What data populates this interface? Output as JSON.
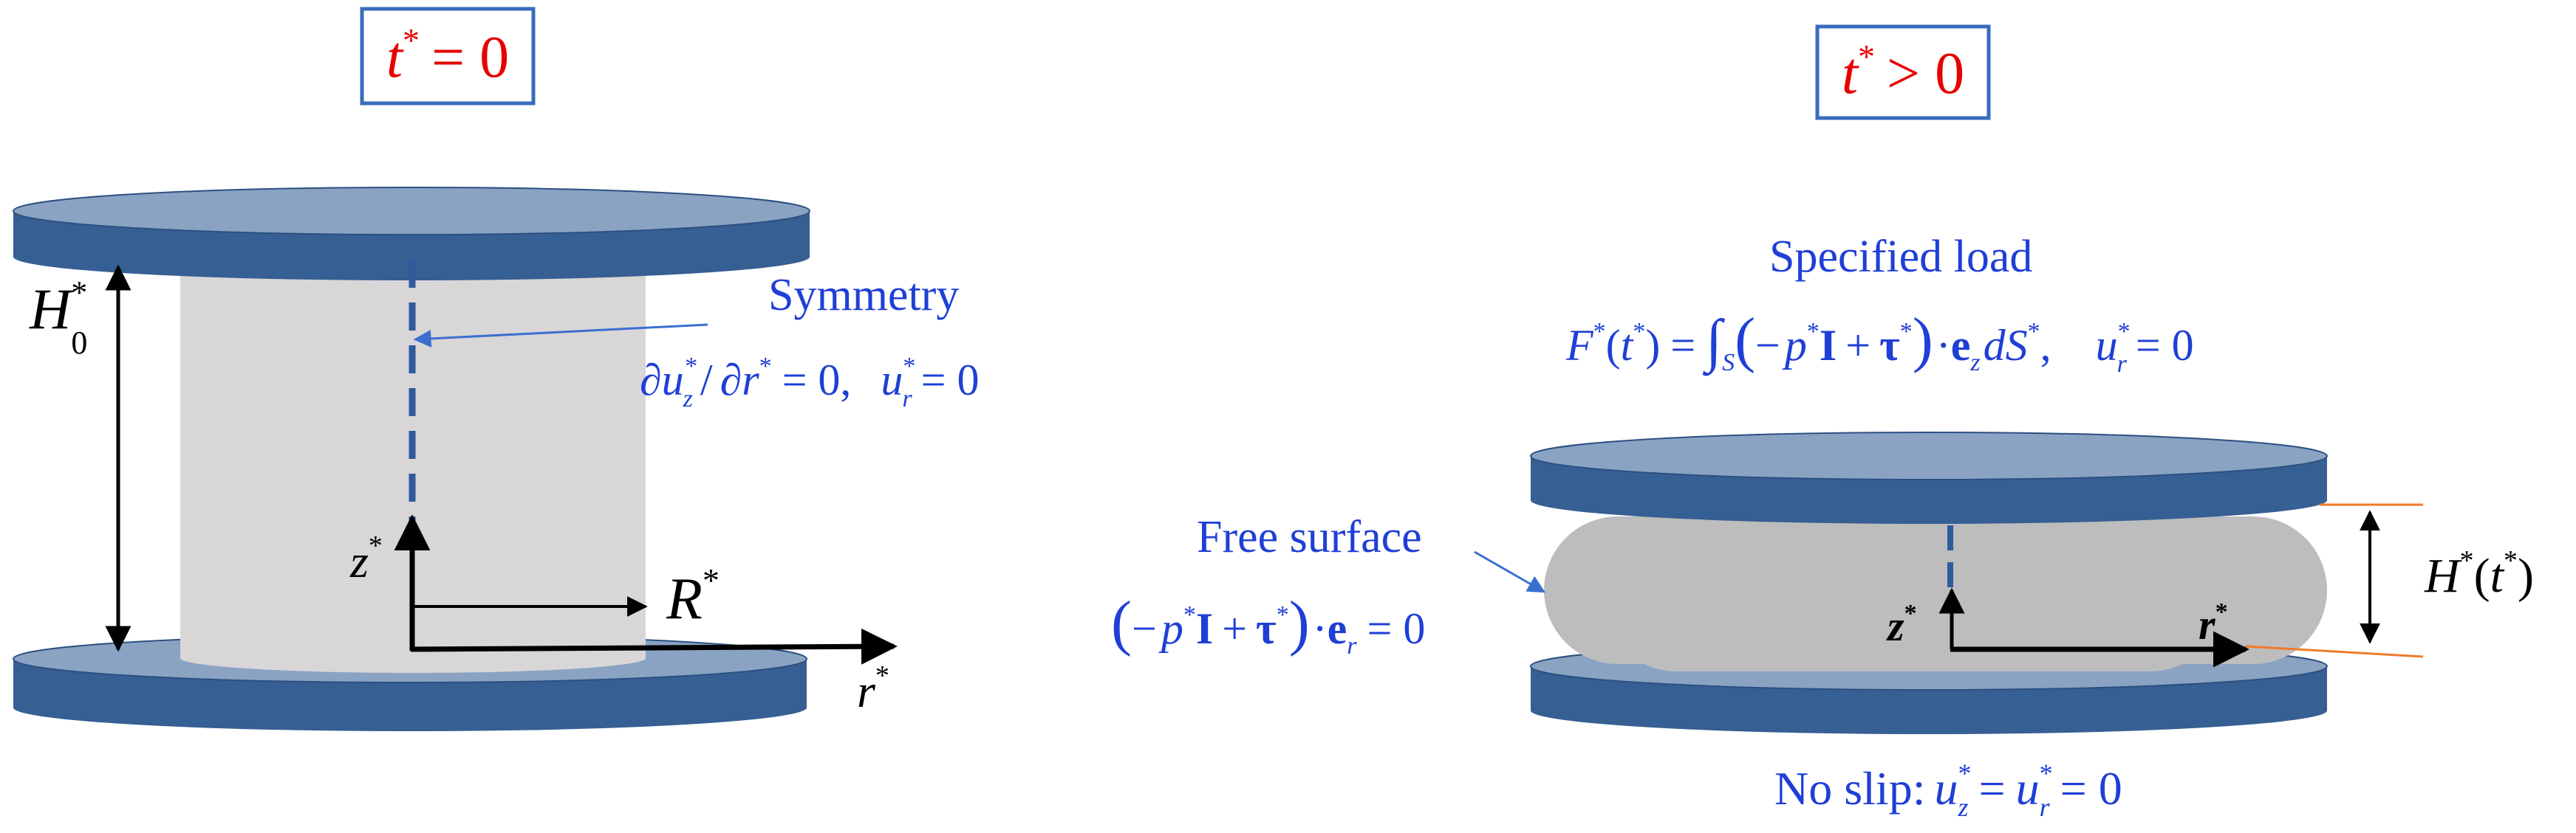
{
  "colors": {
    "plate_top": "#8aa3c3",
    "plate_side": "#365f93",
    "plate_edge": "#2c5080",
    "fluid_initial": "#d9d6d8",
    "fluid_squeezed": "#bdbdbd",
    "label_blue": "#1f3fd6",
    "label_red": "#e60000",
    "box_border": "#3a6bbf",
    "arrow_black": "#000000",
    "dashed_axis": "#2f5a9c",
    "leader_line": "#3a6fd0",
    "gap_marker": "#f07a2a"
  },
  "left_panel": {
    "time_label": {
      "sym": "t",
      "sup": "*",
      "rel": "= 0"
    },
    "height_label": {
      "sym": "H",
      "sup": "*",
      "sub": "0"
    },
    "symmetry": {
      "title": "Symmetry",
      "bc_a_num": "∂u",
      "bc_a_num_sup": "*",
      "bc_a_num_sub": "z",
      "bc_a_slash": "/",
      "bc_a_den": "∂r",
      "bc_a_den_sup": "*",
      "bc_a_rhs": "= 0,",
      "bc_b_sym": "u",
      "bc_b_sup": "*",
      "bc_b_sub": "r",
      "bc_b_rhs": "= 0"
    },
    "z_axis": {
      "sym": "z",
      "sup": "*"
    },
    "radius": {
      "sym": "R",
      "sup": "*"
    },
    "r_axis": {
      "sym": "r",
      "sup": "*"
    }
  },
  "right_panel": {
    "time_label": {
      "sym": "t",
      "sup": "*",
      "rel": "> 0"
    },
    "load": {
      "title": "Specified load",
      "F": "F",
      "F_sup": "*",
      "F_arg_open": "(",
      "F_arg": "t",
      "F_arg_sup": "*",
      "F_arg_close": ")",
      "eq": "=",
      "integral": "∫",
      "integral_sub": "S",
      "open": "(",
      "minus": "−",
      "p": "p",
      "p_sup": "*",
      "I": "I",
      "plus": "+",
      "tau": "τ",
      "tau_sup": "*",
      "close": ")",
      "dot": "·",
      "e": "e",
      "e_sub": "z",
      "dS": "dS",
      "dS_sup": "*",
      "comma": ",",
      "u": "u",
      "u_sup": "*",
      "u_sub": "r",
      "u_rhs": "= 0"
    },
    "free_surface": {
      "title": "Free surface",
      "open": "(",
      "minus": "−",
      "p": "p",
      "p_sup": "*",
      "I": "I",
      "plus": "+",
      "tau": "τ",
      "tau_sup": "*",
      "close": ")",
      "dot": "·",
      "e": "e",
      "e_sub": "r",
      "rhs": "= 0"
    },
    "height_label": {
      "sym": "H",
      "sup": "*",
      "arg_open": "(",
      "arg": "t",
      "arg_sup": "*",
      "arg_close": ")"
    },
    "z_axis": {
      "sym": "z",
      "sup": "*"
    },
    "r_axis": {
      "sym": "r",
      "sup": "*"
    },
    "no_slip": {
      "prefix": "No slip:",
      "u1": "u",
      "u1_sup": "*",
      "u1_sub": "z",
      "eq1": "=",
      "u2": "u",
      "u2_sup": "*",
      "u2_sub": "r",
      "rhs": "= 0"
    }
  }
}
